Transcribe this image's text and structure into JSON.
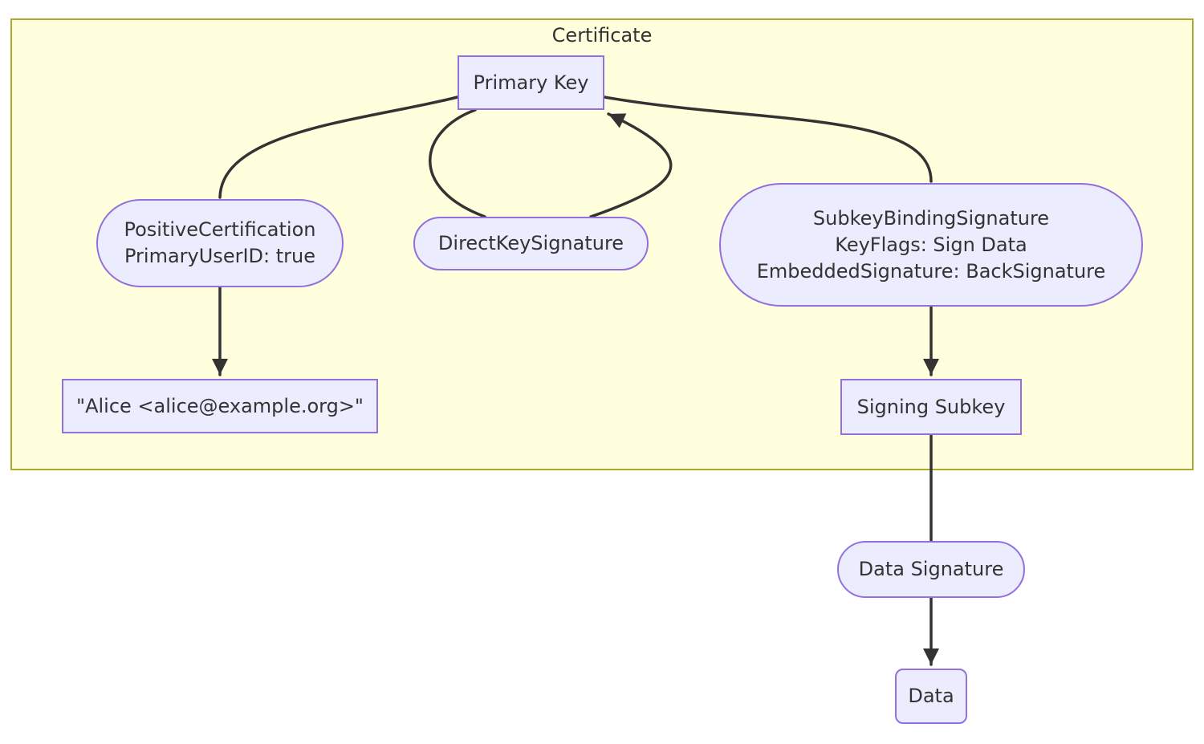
{
  "diagram": {
    "cluster": {
      "label": "Certificate"
    },
    "nodes": {
      "primary_key": {
        "label": "Primary Key",
        "shape": "rect"
      },
      "positive_certification": {
        "lines": [
          "PositiveCertification",
          "PrimaryUserID: true"
        ],
        "shape": "stadium"
      },
      "direct_key_signature": {
        "label": "DirectKeySignature",
        "shape": "stadium"
      },
      "subkey_binding_signature": {
        "lines": [
          "SubkeyBindingSignature",
          "KeyFlags: Sign Data",
          "EmbeddedSignature: BackSignature"
        ],
        "shape": "stadium"
      },
      "user_id": {
        "label": "\"Alice <alice@example.org>\"",
        "shape": "rect"
      },
      "signing_subkey": {
        "label": "Signing Subkey",
        "shape": "rect"
      },
      "data_signature": {
        "label": "Data Signature",
        "shape": "stadium"
      },
      "data": {
        "label": "Data",
        "shape": "rounded-rect"
      }
    },
    "edges": [
      {
        "from": "Primary Key",
        "to": "PositiveCertification",
        "arrow": false
      },
      {
        "from": "PositiveCertification",
        "to": "\"Alice <alice@example.org>\"",
        "arrow": true
      },
      {
        "from": "Primary Key",
        "to": "DirectKeySignature",
        "arrow": false
      },
      {
        "from": "DirectKeySignature",
        "to": "Primary Key",
        "arrow": true
      },
      {
        "from": "Primary Key",
        "to": "SubkeyBindingSignature",
        "arrow": false
      },
      {
        "from": "SubkeyBindingSignature",
        "to": "Signing Subkey",
        "arrow": true
      },
      {
        "from": "Signing Subkey",
        "to": "Data Signature",
        "arrow": false
      },
      {
        "from": "Data Signature",
        "to": "Data",
        "arrow": true
      }
    ],
    "colors": {
      "node_fill": "#ECECFF",
      "node_border": "#9370DB",
      "cluster_fill": "#FFFFDE",
      "cluster_border": "#AAAA33",
      "edge": "#333333",
      "text": "#333333"
    }
  }
}
